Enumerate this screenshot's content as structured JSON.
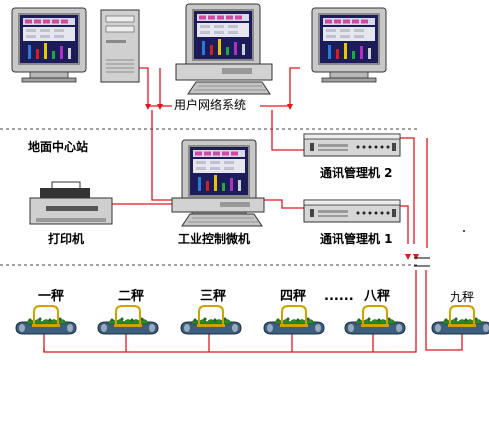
{
  "labels": {
    "user_network": "用户网络系统",
    "ground_station": "地面中心站",
    "printer": "打印机",
    "ipc": "工业控制微机",
    "comm_manager_2": "通讯管理机 2",
    "comm_manager_1": "通讯管理机 1"
  },
  "scales": [
    "一秤",
    "二秤",
    "三秤",
    "四秤",
    "......",
    "八秤",
    "九秤"
  ],
  "colors": {
    "wire": "#e8141e",
    "dashed": "#444444",
    "monitor_bezel": "#c8c8c8",
    "screen_bg": "#1c1c5a",
    "belt": "#3c5f80"
  }
}
